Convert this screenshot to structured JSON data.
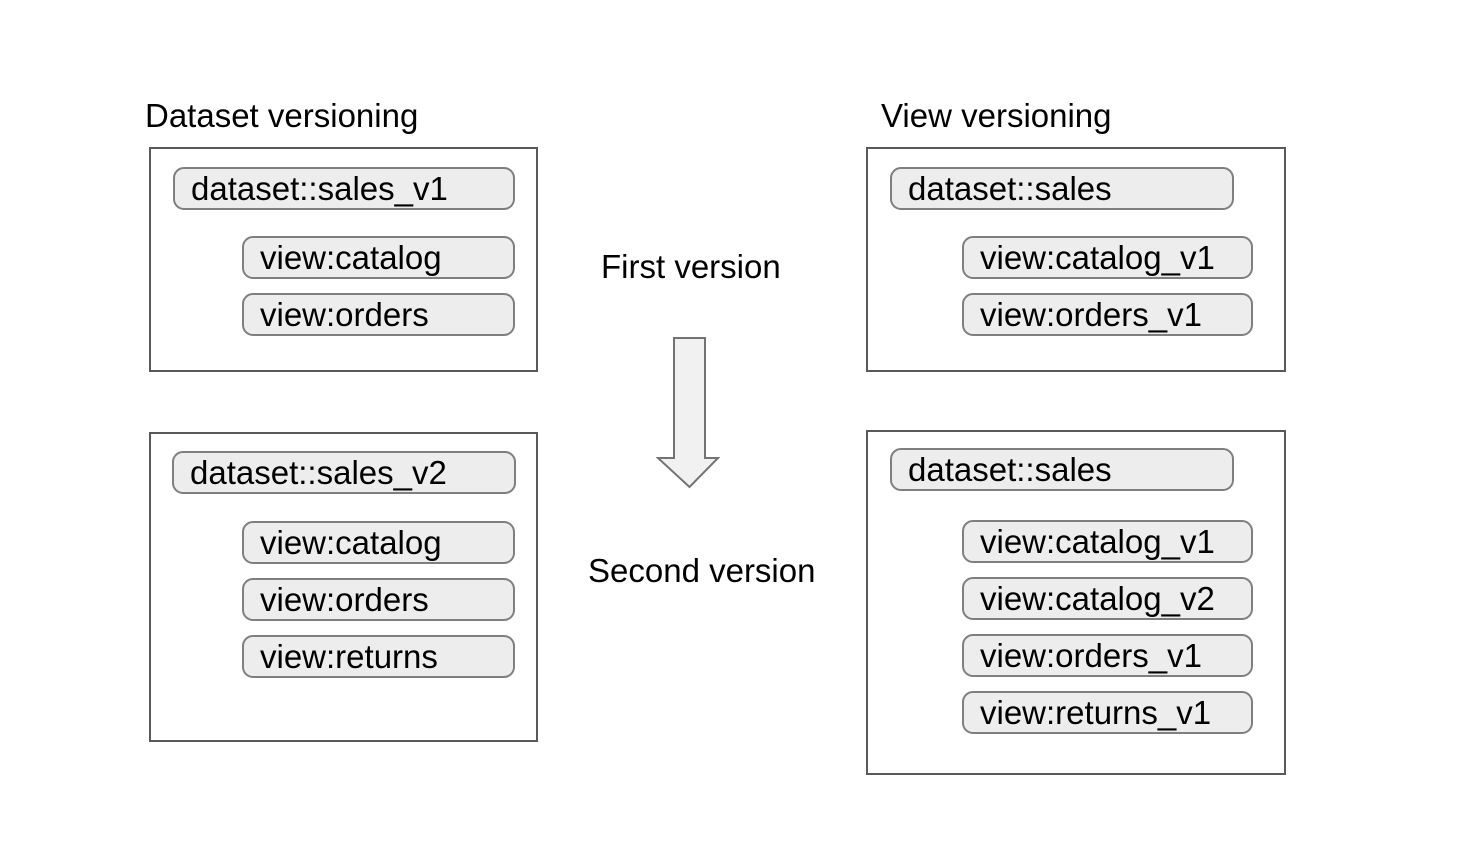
{
  "diagram": {
    "left_column": {
      "heading": "Dataset versioning",
      "first_version": {
        "dataset": "dataset::sales_v1",
        "views": [
          "view:catalog",
          "view:orders"
        ]
      },
      "second_version": {
        "dataset": "dataset::sales_v2",
        "views": [
          "view:catalog",
          "view:orders",
          "view:returns"
        ]
      }
    },
    "right_column": {
      "heading": "View versioning",
      "first_version": {
        "dataset": "dataset::sales",
        "views": [
          "view:catalog_v1",
          "view:orders_v1"
        ]
      },
      "second_version": {
        "dataset": "dataset::sales",
        "views": [
          "view:catalog_v1",
          "view:catalog_v2",
          "view:orders_v1",
          "view:returns_v1"
        ]
      }
    },
    "middle": {
      "first_label": "First version",
      "second_label": "Second version",
      "arrow_icon": "down-block-arrow"
    },
    "colors": {
      "background": "#ffffff",
      "box_border": "#595959",
      "pill_fill": "#ededed",
      "pill_border": "#7f7f7f",
      "arrow_fill": "#f1f1f1",
      "arrow_border": "#737373",
      "text": "#000000"
    }
  }
}
